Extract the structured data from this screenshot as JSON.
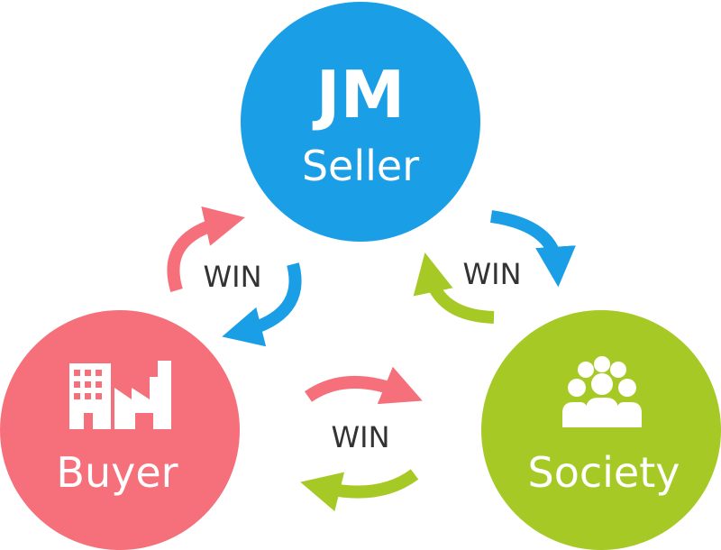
{
  "nodes": {
    "seller": {
      "logo": "JM",
      "label": "Seller",
      "color": "#1a9ee6"
    },
    "buyer": {
      "label": "Buyer",
      "icon": "factory-icon",
      "color": "#f5707a"
    },
    "society": {
      "label": "Society",
      "icon": "people-group-icon",
      "color": "#a6c926"
    }
  },
  "edges": {
    "seller_buyer": {
      "label": "WIN"
    },
    "seller_society": {
      "label": "WIN"
    },
    "buyer_society": {
      "label": "WIN"
    }
  },
  "colors": {
    "arrow_pink": "#f5707a",
    "arrow_blue": "#1a9ee6",
    "arrow_green": "#a6c926",
    "label_text": "#333333"
  }
}
